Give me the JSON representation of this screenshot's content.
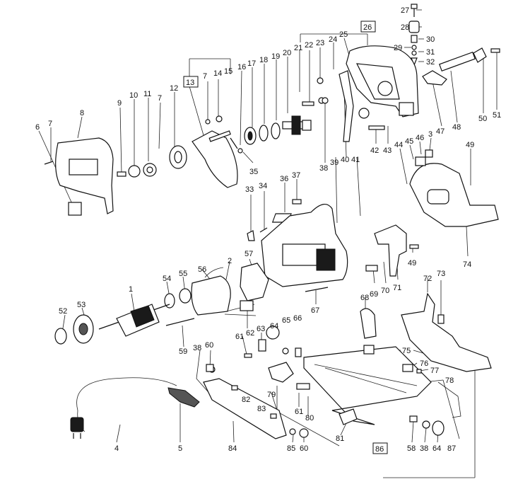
{
  "title": "",
  "callouts": [
    {
      "key": "c27",
      "text": "27"
    },
    {
      "key": "c28",
      "text": "28"
    },
    {
      "key": "c30",
      "text": "30"
    },
    {
      "key": "c29",
      "text": "29"
    },
    {
      "key": "c31",
      "text": "31"
    },
    {
      "key": "c32",
      "text": "32"
    },
    {
      "key": "c26",
      "text": "26"
    },
    {
      "key": "c25",
      "text": "25"
    },
    {
      "key": "c24",
      "text": "24"
    },
    {
      "key": "c21",
      "text": "21"
    },
    {
      "key": "c22",
      "text": "22"
    },
    {
      "key": "c23",
      "text": "23"
    },
    {
      "key": "c20",
      "text": "20"
    },
    {
      "key": "c19",
      "text": "19"
    },
    {
      "key": "c18",
      "text": "18"
    },
    {
      "key": "c17",
      "text": "17"
    },
    {
      "key": "c16",
      "text": "16"
    },
    {
      "key": "c15",
      "text": "15"
    },
    {
      "key": "c14",
      "text": "14"
    },
    {
      "key": "c7a",
      "text": "7"
    },
    {
      "key": "c13",
      "text": "13"
    },
    {
      "key": "c12",
      "text": "12"
    },
    {
      "key": "c7b",
      "text": "7"
    },
    {
      "key": "c11",
      "text": "11"
    },
    {
      "key": "c10",
      "text": "10"
    },
    {
      "key": "c9",
      "text": "9"
    },
    {
      "key": "c8",
      "text": "8"
    },
    {
      "key": "c7c",
      "text": "7"
    },
    {
      "key": "c6",
      "text": "6"
    },
    {
      "key": "c48",
      "text": "48"
    },
    {
      "key": "c50",
      "text": "50"
    },
    {
      "key": "c51",
      "text": "51"
    },
    {
      "key": "c47",
      "text": "47"
    },
    {
      "key": "c3",
      "text": "3"
    },
    {
      "key": "c46",
      "text": "46"
    },
    {
      "key": "c45",
      "text": "45"
    },
    {
      "key": "c44",
      "text": "44"
    },
    {
      "key": "c49a",
      "text": "49"
    },
    {
      "key": "c42",
      "text": "42"
    },
    {
      "key": "c43",
      "text": "43"
    },
    {
      "key": "c38a",
      "text": "38"
    },
    {
      "key": "c39",
      "text": "39"
    },
    {
      "key": "c40",
      "text": "40"
    },
    {
      "key": "c41",
      "text": "41"
    },
    {
      "key": "c35",
      "text": "35"
    },
    {
      "key": "c37",
      "text": "37"
    },
    {
      "key": "c36",
      "text": "36"
    },
    {
      "key": "c34",
      "text": "34"
    },
    {
      "key": "c33",
      "text": "33"
    },
    {
      "key": "c74",
      "text": "74"
    },
    {
      "key": "c49b",
      "text": "49"
    },
    {
      "key": "c70",
      "text": "70"
    },
    {
      "key": "c69",
      "text": "69"
    },
    {
      "key": "c71",
      "text": "71"
    },
    {
      "key": "c72",
      "text": "72"
    },
    {
      "key": "c73",
      "text": "73"
    },
    {
      "key": "c68",
      "text": "68"
    },
    {
      "key": "c67",
      "text": "67"
    },
    {
      "key": "c57",
      "text": "57"
    },
    {
      "key": "c56",
      "text": "56"
    },
    {
      "key": "c2",
      "text": "2"
    },
    {
      "key": "c55",
      "text": "55"
    },
    {
      "key": "c54",
      "text": "54"
    },
    {
      "key": "c1",
      "text": "1"
    },
    {
      "key": "c53",
      "text": "53"
    },
    {
      "key": "c52",
      "text": "52"
    },
    {
      "key": "c59",
      "text": "59"
    },
    {
      "key": "c62",
      "text": "62"
    },
    {
      "key": "c61a",
      "text": "61"
    },
    {
      "key": "c63",
      "text": "63"
    },
    {
      "key": "c64a",
      "text": "64"
    },
    {
      "key": "c65",
      "text": "65"
    },
    {
      "key": "c66",
      "text": "66"
    },
    {
      "key": "c75",
      "text": "75"
    },
    {
      "key": "c76",
      "text": "76"
    },
    {
      "key": "c77",
      "text": "77"
    },
    {
      "key": "c78",
      "text": "78"
    },
    {
      "key": "c38b",
      "text": "38"
    },
    {
      "key": "c60a",
      "text": "60"
    },
    {
      "key": "c82",
      "text": "82"
    },
    {
      "key": "c79",
      "text": "79"
    },
    {
      "key": "c83",
      "text": "83"
    },
    {
      "key": "c61b",
      "text": "61"
    },
    {
      "key": "c80",
      "text": "80"
    },
    {
      "key": "c4",
      "text": "4"
    },
    {
      "key": "c5",
      "text": "5"
    },
    {
      "key": "c84",
      "text": "84"
    },
    {
      "key": "c85",
      "text": "85"
    },
    {
      "key": "c60b",
      "text": "60"
    },
    {
      "key": "c81",
      "text": "81"
    },
    {
      "key": "c86",
      "text": "86"
    },
    {
      "key": "c58",
      "text": "58"
    },
    {
      "key": "c38c",
      "text": "38"
    },
    {
      "key": "c64b",
      "text": "64"
    },
    {
      "key": "c87",
      "text": "87"
    }
  ]
}
